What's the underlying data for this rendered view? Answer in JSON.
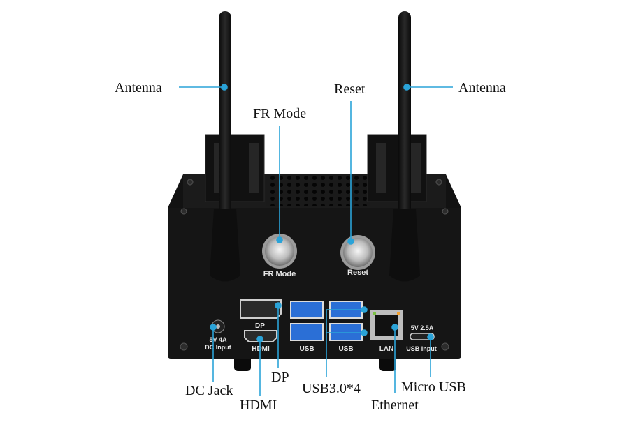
{
  "callouts": {
    "antenna_left": "Antenna",
    "antenna_right": "Antenna",
    "fr_mode": "FR Mode",
    "reset": "Reset",
    "dc_jack": "DC Jack",
    "hdmi": "HDMI",
    "dp": "DP",
    "usb30": "USB3.0*4",
    "ethernet": "Ethernet",
    "micro_usb": "Micro USB"
  },
  "device_labels": {
    "fr_mode_button": "FR Mode",
    "reset_button": "Reset",
    "dp_port": "DP",
    "hdmi_port": "HDMI",
    "usb_left": "USB",
    "usb_right": "USB",
    "lan_port": "LAN",
    "dc_rating": "5V 4A",
    "dc_input": "DC Input",
    "microusb_rating": "5V 2.5A",
    "microusb_input": "USB Input"
  },
  "colors": {
    "leader_line": "#2aa3d8",
    "device_body": "#151515",
    "text": "#111111"
  }
}
